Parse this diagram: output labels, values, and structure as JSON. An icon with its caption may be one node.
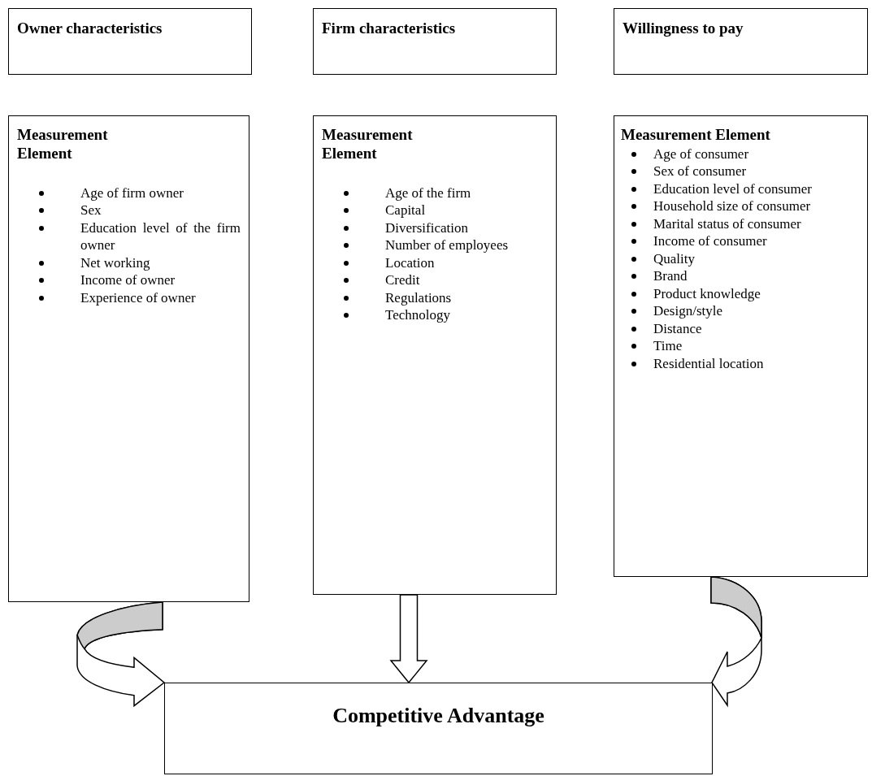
{
  "diagram": {
    "nodes": [
      {
        "text": [
          "Owner characteristics"
        ]
      },
      {
        "text": [
          "Firm characteristics"
        ]
      },
      {
        "text": [
          "Willingness to pay"
        ]
      },
      {
        "text": [
          "Measurement Element",
          "Age of firm owner",
          "Sex",
          "Education level of the firm owner",
          "Net working",
          "Income of owner",
          "Experience of owner"
        ]
      },
      {
        "text": [
          "Measurement Element",
          "Age of the firm",
          "Capital",
          "Diversification",
          "Number of employees",
          "Location",
          "Credit",
          "Regulations",
          "Technology"
        ]
      },
      {
        "text": [
          "Measurement Element",
          "Age of consumer",
          "Sex of consumer",
          "Education level of consumer",
          "Household size of consumer",
          "Marital status of consumer",
          "Income of consumer",
          "Quality",
          "Brand",
          "Product knowledge",
          "Design/style",
          "Distance",
          "Time",
          "Residential location"
        ]
      },
      {
        "text": [
          "Competitive Advantage"
        ]
      }
    ],
    "edges": [
      {
        "from": 3,
        "to": 6,
        "arrow": "to"
      },
      {
        "from": 4,
        "to": 6,
        "arrow": "to"
      },
      {
        "from": 5,
        "to": 6,
        "arrow": "to"
      }
    ]
  }
}
